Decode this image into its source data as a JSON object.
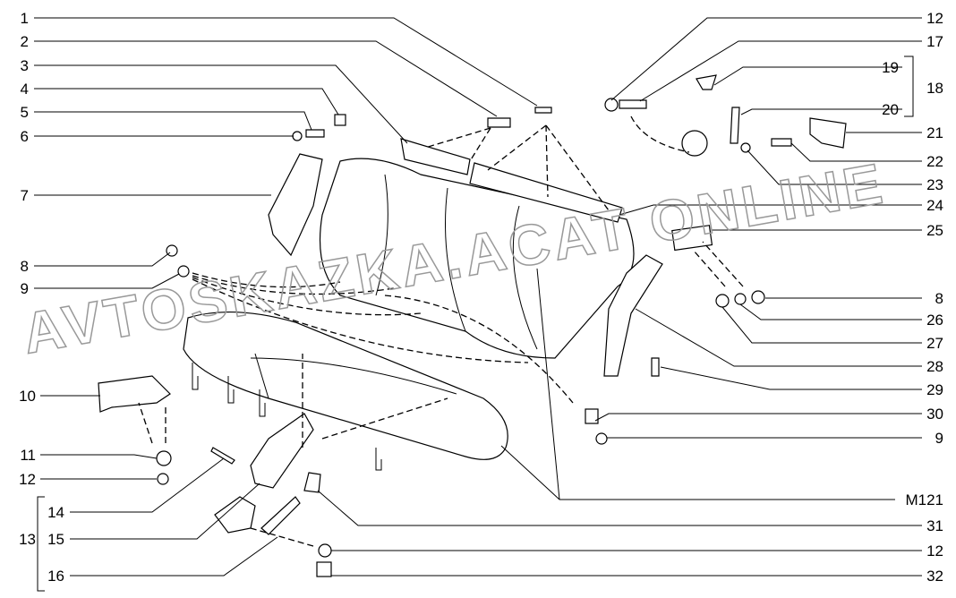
{
  "left_labels": [
    "1",
    "2",
    "3",
    "4",
    "5",
    "6",
    "7",
    "8",
    "9",
    "10",
    "11",
    "12",
    "14",
    "13",
    "15",
    "16"
  ],
  "right_labels": [
    "12",
    "17",
    "19",
    "18",
    "20",
    "21",
    "22",
    "23",
    "24",
    "25",
    "8",
    "26",
    "27",
    "28",
    "29",
    "30",
    "9",
    "M121",
    "31",
    "12",
    "32"
  ],
  "watermark": "AVTOSKAZKA.ACAT ONLINE"
}
